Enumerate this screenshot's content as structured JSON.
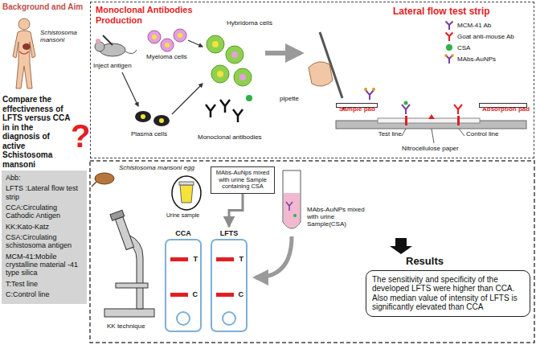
{
  "diagram": {
    "nodes": [
      {
        "text": [
          "Abb:",
          "LFTS :Lateral flow test strip",
          "CCA:Circulating Cathodic Antigen",
          "KK:Kato-Katz",
          "CSA:Circulating schistosoma antigen",
          "MCM-41:Mobile crystalline material -41 type silica",
          "T:Test line",
          "C:Control line"
        ]
      },
      {
        "text": [
          "Monoclonal Antibodies Production",
          "Lateral flow test strip"
        ]
      },
      {
        "text": [
          "Sample pad"
        ],
        "in": 1
      },
      {
        "text": [
          "Absorption pad"
        ],
        "in": 1
      },
      {
        "text": [
          "MAbs-AuNps mixed with urine Sample containing CSA"
        ]
      },
      {
        "text": [
          "CCA",
          "T",
          "C"
        ]
      },
      {
        "text": [
          "LFTS",
          "T",
          "C"
        ]
      },
      {
        "text": [
          "Results",
          "The sensitivity and specificity of the developed LFTS were higher than CCA. Also median value of intensity of LFTS is significantly elevated than CCA"
        ]
      }
    ],
    "edges": [
      {
        "from": 4,
        "to": 6,
        "arrow": "to"
      }
    ],
    "labels": [
      "Background and Aim",
      "Schistosoma mansoni",
      "Compare the effectiveness of LFTS versus CCA in in the diagnosis of active Schistosoma mansoni",
      "?",
      "Inject antigen",
      "Myeloma cells",
      "Hybridoma cells",
      "Plasma cells",
      "Monoclonal antibodies",
      "pipette",
      "Nitrocellulose paper",
      "Test line",
      "Control line",
      "Schistosoma mansoni egg",
      "Urine sample",
      "MAbs-AuNPs mixed with urine Sample(CSA)",
      "KK technique"
    ],
    "legend": [
      {
        "text": "MCM-41 Ab"
      },
      {
        "text": "Goat anti-mouse Ab"
      },
      {
        "text": "CSA",
        "color": "#2eb34a"
      },
      {
        "text": "MAbs-AuNPs"
      }
    ]
  }
}
